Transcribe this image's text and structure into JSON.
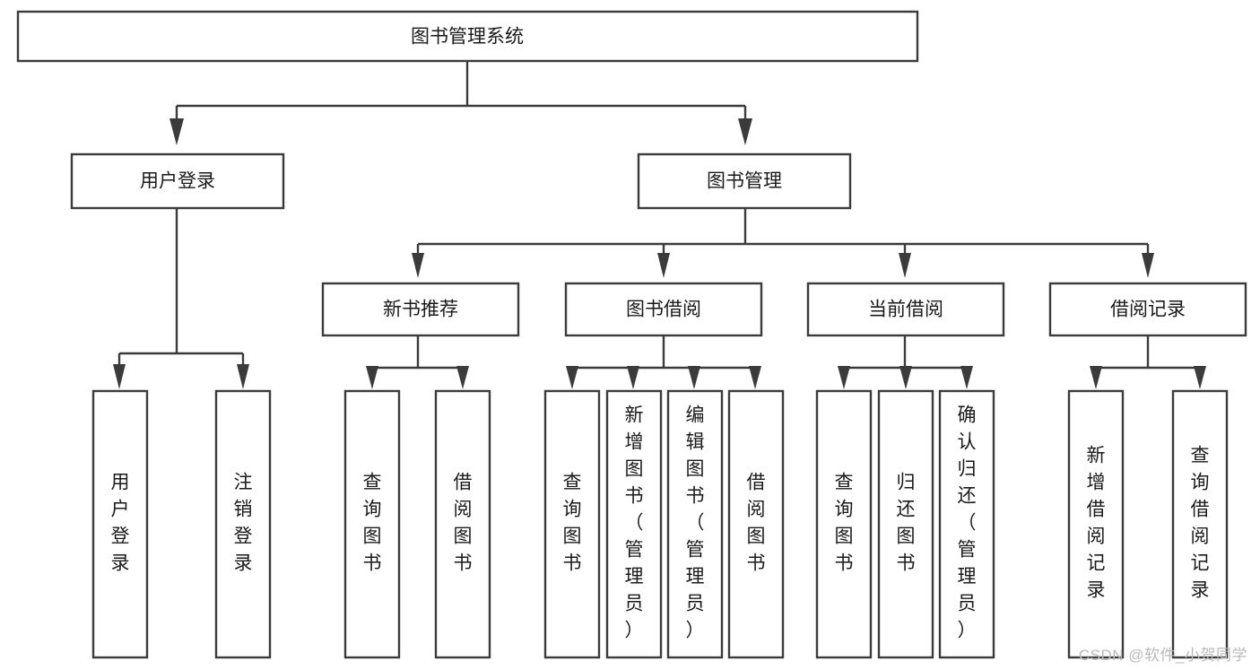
{
  "diagram": {
    "type": "tree-hierarchy-diagram",
    "title_node": {
      "id": "root",
      "label": "图书管理系统"
    },
    "level2": [
      {
        "id": "user-login",
        "label": "用户登录"
      },
      {
        "id": "book-management",
        "label": "图书管理"
      }
    ],
    "level3": [
      {
        "id": "new-book-recommend",
        "label": "新书推荐",
        "parent": "book-management"
      },
      {
        "id": "book-borrow",
        "label": "图书借阅",
        "parent": "book-management"
      },
      {
        "id": "current-borrow",
        "label": "当前借阅",
        "parent": "book-management"
      },
      {
        "id": "borrow-record",
        "label": "借阅记录",
        "parent": "book-management"
      }
    ],
    "leaves": {
      "user-login": [
        {
          "id": "leaf-user-login",
          "label": "用户登录"
        },
        {
          "id": "leaf-logout-login",
          "label": "注销登录"
        }
      ],
      "new-book-recommend": [
        {
          "id": "leaf-query-book-1",
          "label": "查询图书"
        },
        {
          "id": "leaf-borrow-book-1",
          "label": "借阅图书"
        }
      ],
      "book-borrow": [
        {
          "id": "leaf-query-book-2",
          "label": "查询图书"
        },
        {
          "id": "leaf-add-book",
          "label": "新增图书（管理员）"
        },
        {
          "id": "leaf-edit-book",
          "label": "编辑图书（管理员）"
        },
        {
          "id": "leaf-borrow-book-2",
          "label": "借阅图书"
        }
      ],
      "current-borrow": [
        {
          "id": "leaf-query-book-3",
          "label": "查询图书"
        },
        {
          "id": "leaf-return-book",
          "label": "归还图书"
        },
        {
          "id": "leaf-confirm-return",
          "label": "确认归还（管理员）"
        }
      ],
      "borrow-record": [
        {
          "id": "leaf-add-borrow-record",
          "label": "新增借阅记录"
        },
        {
          "id": "leaf-query-borrow-record",
          "label": "查询借阅记录"
        }
      ]
    },
    "colors": {
      "stroke": "#3b3b3b",
      "fill": "#ffffff",
      "text": "#1a1a1a",
      "watermark": "#b9b9b9",
      "background": "#ffffff"
    }
  },
  "watermark": {
    "text": "CSDN @软件_小贺同学"
  }
}
